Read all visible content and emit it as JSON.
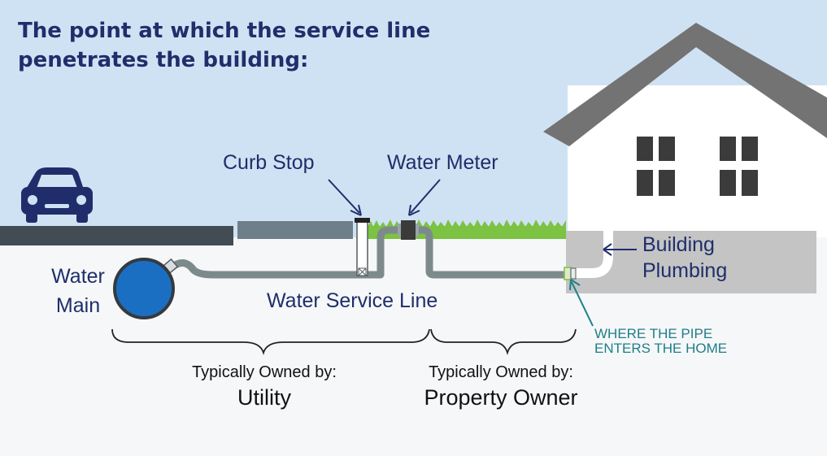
{
  "title": "The point at which the service line penetrates the building:",
  "labels": {
    "curb_stop": "Curb Stop",
    "water_meter": "Water Meter",
    "water_main_line1": "Water",
    "water_main_line2": "Main",
    "water_service_line": "Water Service Line",
    "building_plumbing_line1": "Building",
    "building_plumbing_line2": "Plumbing",
    "entry_point_line1": "WHERE THE PIPE",
    "entry_point_line2": "ENTERS THE HOME"
  },
  "ownership": {
    "utility_caption": "Typically Owned by:",
    "utility_owner": "Utility",
    "property_caption": "Typically Owned by:",
    "property_owner": "Property Owner"
  },
  "colors": {
    "sky": "#cfe2f3",
    "ground": "#f6f7f9",
    "navy": "#1f2e6b",
    "pipe": "#7d8a8c",
    "grass": "#7cc243",
    "roof": "#737373",
    "foundation": "#c4c4c4",
    "water_main": "#1b6fc2",
    "teal": "#1e7f86"
  }
}
